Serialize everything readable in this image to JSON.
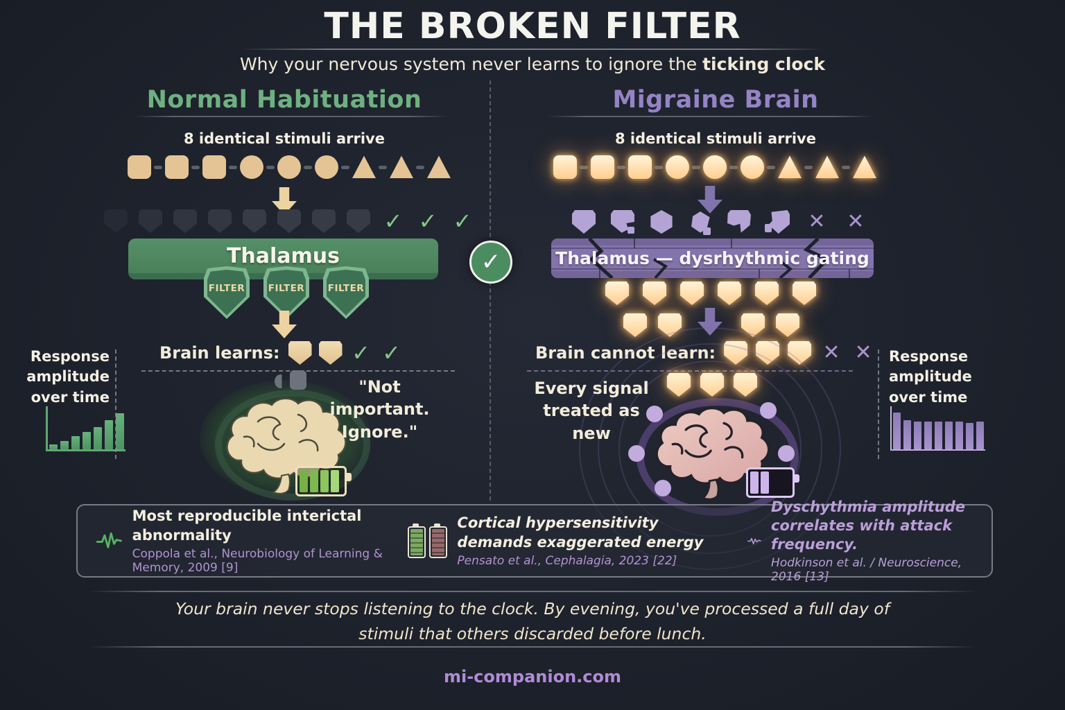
{
  "header": {
    "title": "THE BROKEN FILTER",
    "subtitle_prefix": "Why your nervous system never learns to ignore the ",
    "subtitle_emphasis": "ticking clock"
  },
  "left": {
    "heading": "Normal Habituation",
    "stimuli_label": "8 identical stimuli arrive",
    "stimuli": [
      "sq",
      "sq",
      "sq",
      "ci",
      "ci",
      "ci",
      "tri",
      "tri",
      "tri"
    ],
    "gate_row": [
      "shd",
      "shd",
      "shd",
      "shd",
      "shd",
      "shd",
      "shd",
      "shd",
      "check",
      "check",
      "check"
    ],
    "thalamus_label": "Thalamus",
    "filter_labels": [
      "FILTER",
      "FILTER",
      "FILTER"
    ],
    "learn_label": "Brain learns:",
    "learn_row": [
      "sht",
      "sht",
      "check",
      "check"
    ],
    "speech_line1": "\"Not important.",
    "speech_line2": "Ignore.\"",
    "axis_label": "Response amplitude over time"
  },
  "right": {
    "heading": "Migraine Brain",
    "stimuli_label": "8 identical stimuli arrive",
    "stimuli": [
      "sq",
      "sq",
      "sq",
      "ci",
      "ci",
      "ci",
      "tri",
      "tri",
      "tri"
    ],
    "gate_row": [
      "shb1",
      "shb2",
      "shb3",
      "shb4",
      "shb5",
      "shb6",
      "xmark",
      "xmark"
    ],
    "thalamus_label": "Thalamus — dysrhythmic gating",
    "pass_row1": [
      "shg",
      "shg",
      "shg",
      "shg",
      "shg",
      "shg"
    ],
    "pass_row2": [
      "shg",
      "shg",
      "gap",
      "shg",
      "shg"
    ],
    "learn_label": "Brain cannot learn:",
    "learn_row": [
      "shg",
      "shg",
      "shg",
      "xmark",
      "xmark"
    ],
    "pass_row3": [
      "shg",
      "shg",
      "shg"
    ],
    "signal_line1": "Every signal",
    "signal_line2": "treated as new",
    "axis_label": "Response amplitude over time"
  },
  "chart_data": [
    {
      "type": "bar",
      "side": "left",
      "title": "Response amplitude over time",
      "values": [
        12,
        20,
        30,
        40,
        52,
        68,
        84
      ],
      "color": "#5fa871",
      "trend": "increasing",
      "xlabel": "time",
      "ylabel": "response amplitude"
    },
    {
      "type": "bar",
      "side": "right",
      "title": "Response amplitude over time",
      "values": [
        86,
        67,
        64,
        64,
        64,
        64,
        64,
        62,
        64
      ],
      "color": "#8d7bb5",
      "trend": "flat",
      "xlabel": "time",
      "ylabel": "response amplitude"
    }
  ],
  "citations": [
    {
      "icon": "waveform-green",
      "title": "Most reproducible interictal abnormality",
      "source": "Coppola et al., Neurobiology of Learning & Memory, 2009 [9]"
    },
    {
      "icon": "battery-pair",
      "title": "Cortical hypersensitivity demands exaggerated energy",
      "source": "Pensato et al., Cephalagia, 2023 [22]"
    },
    {
      "icon": "waveform-purple",
      "title": "Dyschythmia amplitude correlates with attack frequency.",
      "source": "Hodkinson et al. / Neuroscience, 2016 [13]"
    }
  ],
  "footer": {
    "quote": "Your brain never stops listening to the clock. By evening, you've processed a full day of stimuli that others discarded before lunch.",
    "site": "mi-companion.com"
  },
  "colors": {
    "normal_green": "#6fb081",
    "migraine_purple": "#9484c5",
    "stimulus_tan": "#e4c494",
    "glow_yellow": "#ffd9a0",
    "background": "#1e222c"
  }
}
